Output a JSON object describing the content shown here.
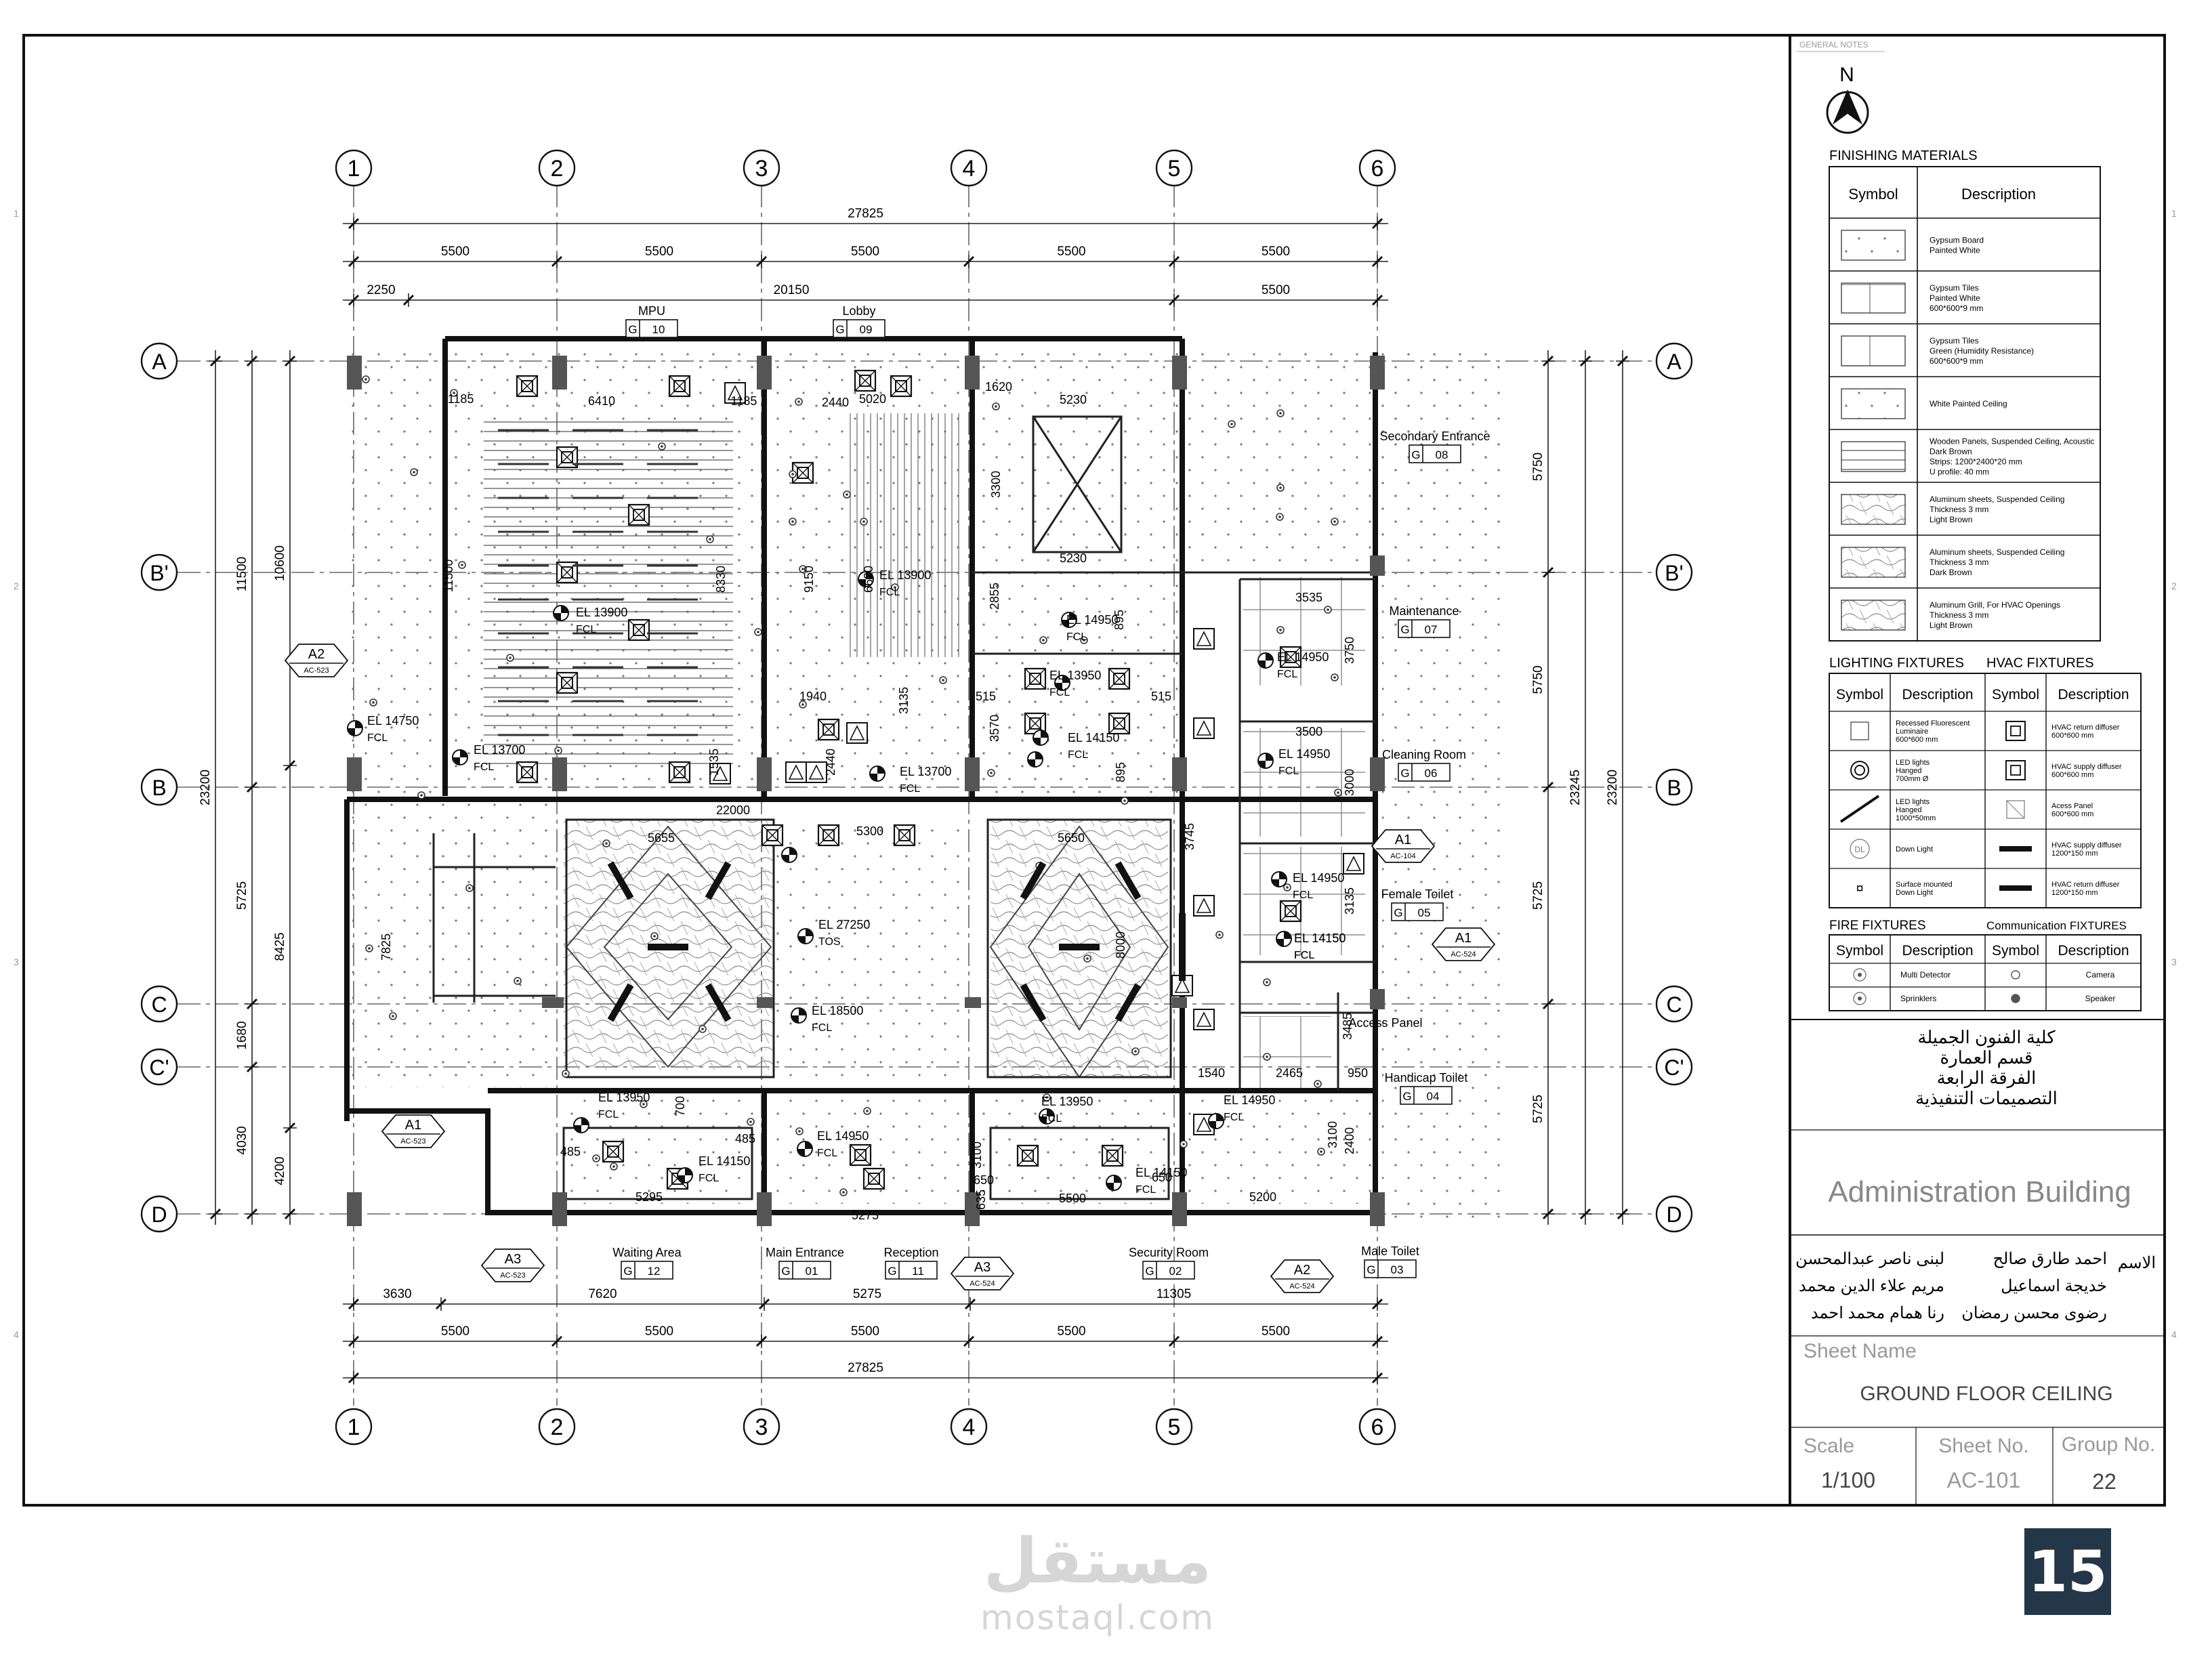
{
  "grid": {
    "columns": [
      "1",
      "2",
      "3",
      "4",
      "5",
      "6"
    ],
    "rows": [
      "A",
      "B'",
      "B",
      "C",
      "C'",
      "D"
    ]
  },
  "dimensions": {
    "top_overall": "27825",
    "top_bays": [
      "5500",
      "5500",
      "5500",
      "5500",
      "5500"
    ],
    "top_split": [
      "2250",
      "20150",
      "5500"
    ],
    "bottom_split": [
      "3630",
      "7620",
      "5275",
      "11305"
    ],
    "bottom_bays": [
      "5500",
      "5500",
      "5500",
      "5500",
      "5500"
    ],
    "bottom_overall": "27825",
    "left_overall": "23200",
    "left_segments": [
      "11500",
      "5725",
      "1680",
      "4030"
    ],
    "left_inner": [
      "10600",
      "8425",
      "4200"
    ],
    "right_overall": "23245",
    "right_segments": [
      "5750",
      "5750",
      "5725",
      "5725"
    ],
    "right_inner": "23200"
  },
  "rooms": [
    {
      "name": "MPU",
      "code": "G",
      "num": "10"
    },
    {
      "name": "Lobby",
      "code": "G",
      "num": "09"
    },
    {
      "name": "Secondary Entrance",
      "code": "G",
      "num": "08"
    },
    {
      "name": "Maintenance",
      "code": "G",
      "num": "07"
    },
    {
      "name": "Cleaning Room",
      "code": "G",
      "num": "06"
    },
    {
      "name": "Female Toilet",
      "code": "G",
      "num": "05"
    },
    {
      "name": "Handicap Toilet",
      "code": "G",
      "num": "04"
    },
    {
      "name": "Male Toilet",
      "code": "G",
      "num": "03"
    },
    {
      "name": "Security Room",
      "code": "G",
      "num": "02"
    },
    {
      "name": "Reception",
      "code": "G",
      "num": "11"
    },
    {
      "name": "Main Entrance",
      "code": "G",
      "num": "01"
    },
    {
      "name": "Waiting Area",
      "code": "G",
      "num": "12"
    }
  ],
  "section_tags": [
    {
      "id": "A2",
      "ref": "AC-523"
    },
    {
      "id": "A1",
      "ref": "AC-104"
    },
    {
      "id": "A1",
      "ref": "AC-524"
    },
    {
      "id": "A1",
      "ref": "AC-523"
    },
    {
      "id": "A3",
      "ref": "AC-523"
    },
    {
      "id": "A3",
      "ref": "AC-524"
    },
    {
      "id": "A2",
      "ref": "AC-524"
    }
  ],
  "elevations": [
    {
      "el": "EL 14750",
      "sub": "FCL"
    },
    {
      "el": "EL 13900",
      "sub": "FCL"
    },
    {
      "el": "EL 13700",
      "sub": "FCL"
    },
    {
      "el": "EL 13900",
      "sub": "FCL"
    },
    {
      "el": "EL 13700",
      "sub": "FCL"
    },
    {
      "el": "EL 14950",
      "sub": "FCL"
    },
    {
      "el": "EL 13950",
      "sub": "FCL"
    },
    {
      "el": "EL 14150",
      "sub": "FCL"
    },
    {
      "el": "EL 14950",
      "sub": "FCL"
    },
    {
      "el": "EL 14950",
      "sub": "FCL"
    },
    {
      "el": "EL 14950",
      "sub": "FCL"
    },
    {
      "el": "EL 14150",
      "sub": "FCL"
    },
    {
      "el": "EL 14150",
      "sub": "FCL"
    },
    {
      "el": "EL 27250",
      "sub": "TOS"
    },
    {
      "el": "EL 18500",
      "sub": "FCL"
    },
    {
      "el": "EL 13950",
      "sub": "FCL"
    },
    {
      "el": "EL 14150",
      "sub": "FCL"
    },
    {
      "el": "EL 14950",
      "sub": "FCL"
    },
    {
      "el": "EL 13950",
      "sub": "FCL"
    },
    {
      "el": "EL 14150",
      "sub": "FCL"
    },
    {
      "el": "EL 14950",
      "sub": "FCL"
    }
  ],
  "internal_dims": [
    "1185",
    "6410",
    "1185",
    "11500",
    "8330",
    "2440",
    "5020",
    "9150",
    "6620",
    "1940",
    "3135",
    "2440",
    "1535",
    "1620",
    "5230",
    "3300",
    "5230",
    "2855",
    "515",
    "3570",
    "515",
    "895",
    "895",
    "3535",
    "3750",
    "3500",
    "3000",
    "3745",
    "3135",
    "22000",
    "5655",
    "5300",
    "5650",
    "7825",
    "8000",
    "3485",
    "1540",
    "2465",
    "950",
    "700",
    "485",
    "485",
    "5295",
    "5275",
    "3100",
    "650",
    "635",
    "5500",
    "650",
    "3100",
    "2400",
    "5200",
    "Access Panel"
  ],
  "panel": {
    "header": "GENERAL NOTES",
    "north": "N",
    "finishing_title": "FINISHING MATERIALS",
    "col_symbol": "Symbol",
    "col_description": "Description",
    "finishing": [
      {
        "lines": [
          "Gypsum Board",
          "Painted White"
        ]
      },
      {
        "lines": [
          "Gypsum  Tiles",
          "Painted White",
          "600*600*9 mm"
        ]
      },
      {
        "lines": [
          "Gypsum Tiles",
          "Green (Humidity Resistance)",
          "600*600*9 mm"
        ]
      },
      {
        "lines": [
          "White Painted Ceiling"
        ]
      },
      {
        "lines": [
          "Wooden Panels, Suspended Ceiling, Acoustic",
          "Dark Brown",
          "Strips: 1200*2400*20 mm",
          "U profile: 40 mm"
        ]
      },
      {
        "lines": [
          "Aluminum sheets, Suspended Ceiling",
          "Thickness 3 mm",
          "Light Brown"
        ]
      },
      {
        "lines": [
          "Aluminum sheets, Suspended Ceiling",
          "Thickness 3 mm",
          "Dark Brown"
        ]
      },
      {
        "lines": [
          "Aluminum Grill, For HVAC Openings",
          "Thickness 3 mm",
          "Light Brown"
        ]
      }
    ],
    "lighting_title": "LIGHTING FIXTURES",
    "hvac_title": "HVAC FIXTURES",
    "lighting": [
      {
        "lines": [
          "Recessed Fluorescent",
          "Luminaire",
          "600*600 mm"
        ]
      },
      {
        "lines": [
          "LED lights",
          "Hanged",
          "700mm Ø"
        ]
      },
      {
        "lines": [
          "LED lights",
          "Hanged",
          "1000*50mm"
        ]
      },
      {
        "lines": [
          "Down Light"
        ]
      },
      {
        "lines": [
          "Surface mounted",
          "Down Light"
        ]
      }
    ],
    "hvac": [
      {
        "lines": [
          "HVAC return diffuser",
          "600*600 mm"
        ]
      },
      {
        "lines": [
          "HVAC supply diffuser",
          "600*600 mm"
        ]
      },
      {
        "lines": [
          "Acess Panel",
          "600*600 mm"
        ]
      },
      {
        "lines": [
          "HVAC supply diffuser",
          "1200*150 mm"
        ]
      },
      {
        "lines": [
          "HVAC return diffuser",
          "1200*150 mm"
        ]
      }
    ],
    "fire_title": "FIRE FIXTURES",
    "comm_title": "Communication FIXTURES",
    "fire": [
      "Multi Detector",
      "Sprinklers"
    ],
    "comm": [
      "Camera",
      "Speaker"
    ],
    "dl_label": "DL",
    "school": [
      "كلية الفنون الجميلة",
      "قسم العمارة",
      "الفرقة الرابعة",
      "التصميمات التنفيذية"
    ],
    "project": "Administration Building",
    "names_label": "الاسم",
    "names_right": [
      "احمد طارق صالح",
      "خديجة اسماعيل",
      "رضوى محسن رمضان"
    ],
    "names_left": [
      "لبنى ناصر عبدالمحسن",
      "مريم علاء الدين محمد",
      "رنا همام محمد احمد"
    ],
    "sheet_name_label": "Sheet Name",
    "sheet_name": "GROUND FLOOR CEILING",
    "scale_label": "Scale",
    "scale": "1/100",
    "sheet_no_label": "Sheet No.",
    "sheet_no": "AC-101",
    "group_label": "Group No.",
    "group": "22",
    "margin_numbers": [
      "1",
      "2",
      "3",
      "4"
    ]
  },
  "page_number": "15",
  "watermark": {
    "arabic": "مستقل",
    "latin": "mostaql.com"
  }
}
